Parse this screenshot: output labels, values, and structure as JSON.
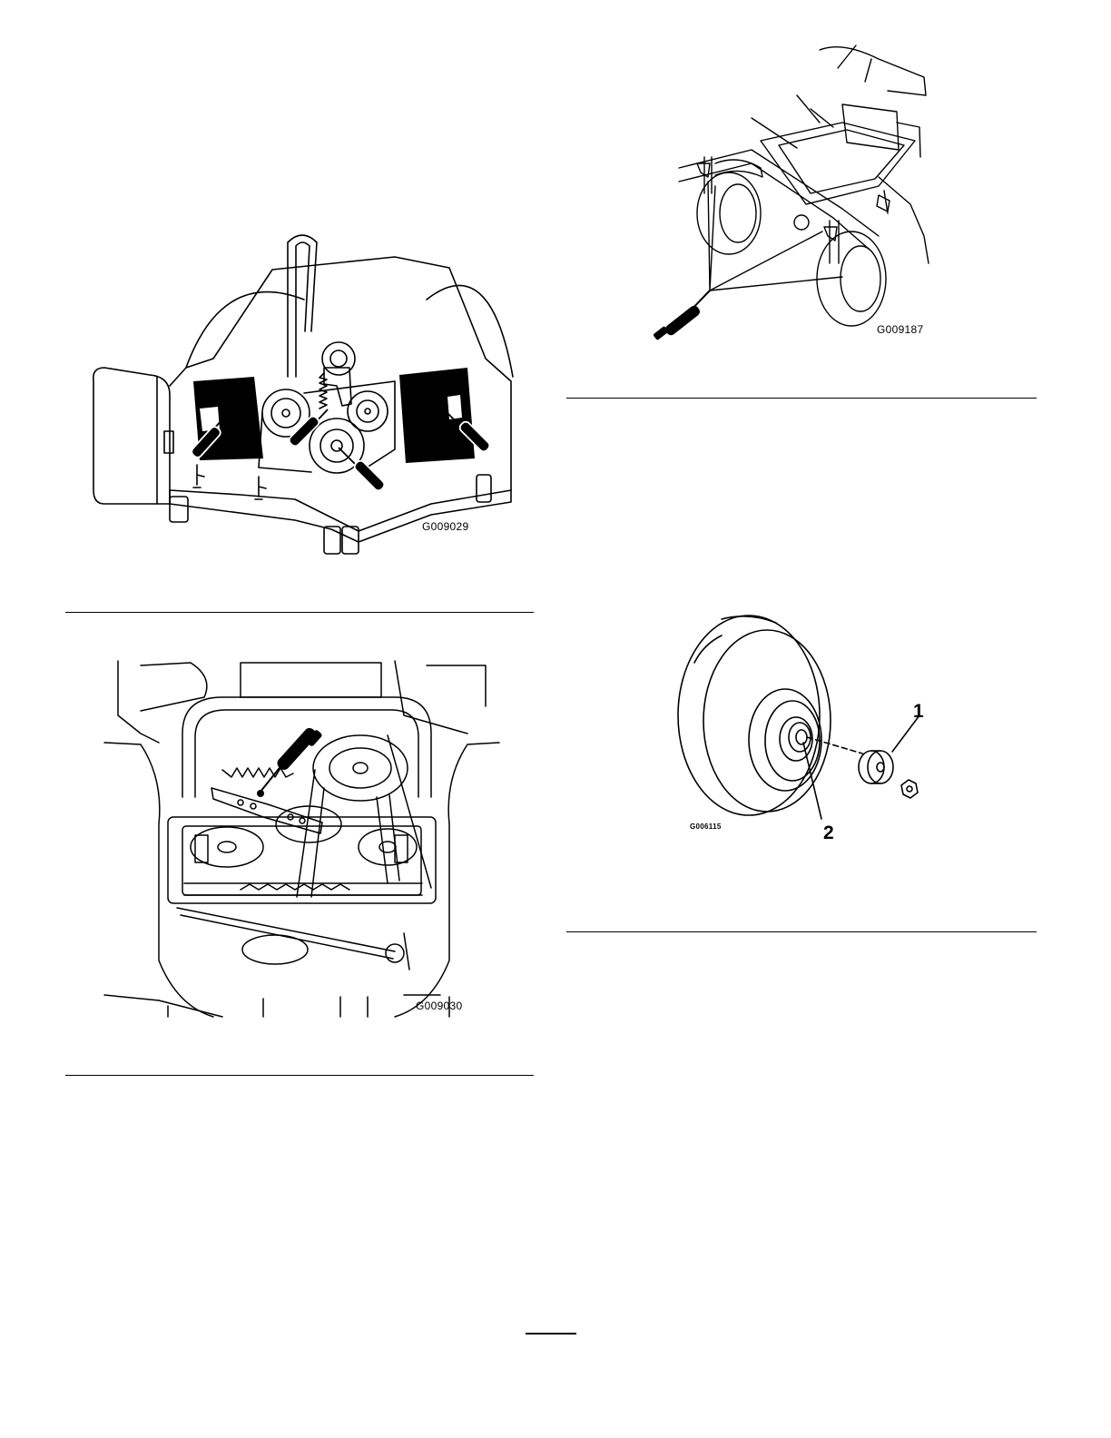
{
  "figures": [
    {
      "code": "G009029",
      "subject": "mower-deck-grease-points"
    },
    {
      "code": "G009030",
      "subject": "pump-drive-grease-point"
    },
    {
      "code": "G009187",
      "subject": "caster-pivot-grease-points"
    },
    {
      "code": "G006115",
      "subject": "caster-wheel-hub",
      "callouts": [
        "1",
        "2"
      ]
    }
  ],
  "page_number": ""
}
